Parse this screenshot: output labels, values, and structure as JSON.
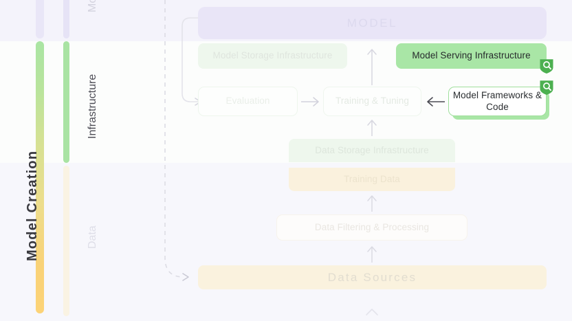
{
  "diagram": {
    "main_axis_label": "Model Creation",
    "swimlanes": [
      {
        "id": "model",
        "label": "Model",
        "rail_color": "#e6e3f6"
      },
      {
        "id": "infrastructure",
        "label": "Infrastructure",
        "rail_color": "#a9e3a3"
      },
      {
        "id": "data",
        "label": "Data",
        "rail_color": "#faf3e3"
      }
    ],
    "nodes": {
      "model_banner": "MODEL",
      "model_storage": "Model Storage Infrastructure",
      "model_serving": "Model Serving Infrastructure",
      "evaluation": "Evaluation",
      "training_tuning": "Training & Tuning",
      "model_frameworks": "Model Frameworks & Code",
      "data_storage": "Data Storage Infrastructure",
      "training_data": "Training Data",
      "data_filtering": "Data Filtering & Processing",
      "data_sources": "Data Sources"
    },
    "highlighted_nodes": [
      "Model Serving Infrastructure",
      "Model Frameworks & Code"
    ],
    "badges": [
      {
        "attached_to": "Model Serving Infrastructure",
        "icon": "shield-search-icon"
      },
      {
        "attached_to": "Model Frameworks & Code",
        "icon": "shield-search-icon"
      }
    ],
    "connectors": [
      {
        "from": "Evaluation",
        "to": "Training & Tuning",
        "style": "solid",
        "direction": "right"
      },
      {
        "from": "Model Frameworks & Code",
        "to": "Training & Tuning",
        "style": "solid",
        "direction": "left"
      },
      {
        "from": "Training & Tuning",
        "to": "Model Storage / Serving",
        "style": "solid",
        "direction": "up"
      },
      {
        "from": "Data Storage Infrastructure",
        "to": "Training & Tuning",
        "style": "solid",
        "direction": "up"
      },
      {
        "from": "Data Filtering & Processing",
        "to": "Training Data",
        "style": "solid",
        "direction": "up"
      },
      {
        "from": "Data Sources",
        "to": "Data Filtering & Processing",
        "style": "solid",
        "direction": "up"
      },
      {
        "from": "Model",
        "to": "Evaluation",
        "style": "elbow",
        "direction": "right"
      },
      {
        "from": "Model",
        "to": "Data Sources",
        "style": "dashed",
        "direction": "right"
      }
    ],
    "colors": {
      "accent_green": "#a9e6a6",
      "badge_green": "#4cb050",
      "model_purple": "#e9e5f7",
      "data_cream": "#faf2de",
      "page_background": "#f6f6fb"
    }
  }
}
